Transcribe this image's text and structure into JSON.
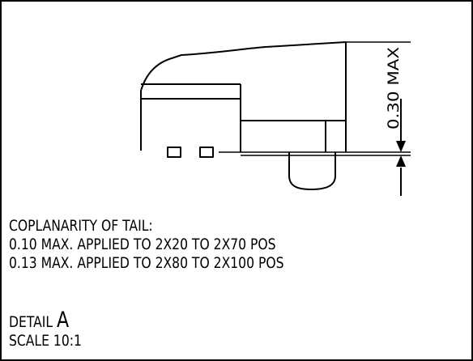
{
  "drawing": {
    "dimension_label": "0.30 MAX",
    "line_color": "#000000",
    "background": "#ffffff"
  },
  "notes": {
    "coplanarity_title": "COPLANARITY OF TAIL:",
    "line_1": "0.10 MAX. APPLIED TO 2X20 TO 2X70 POS",
    "line_2": "0.13 MAX. APPLIED TO 2X80 TO 2X100 POS"
  },
  "detail": {
    "label": "DETAIL",
    "letter": "A",
    "scale_label": "SCALE",
    "scale_value": "10:1"
  }
}
